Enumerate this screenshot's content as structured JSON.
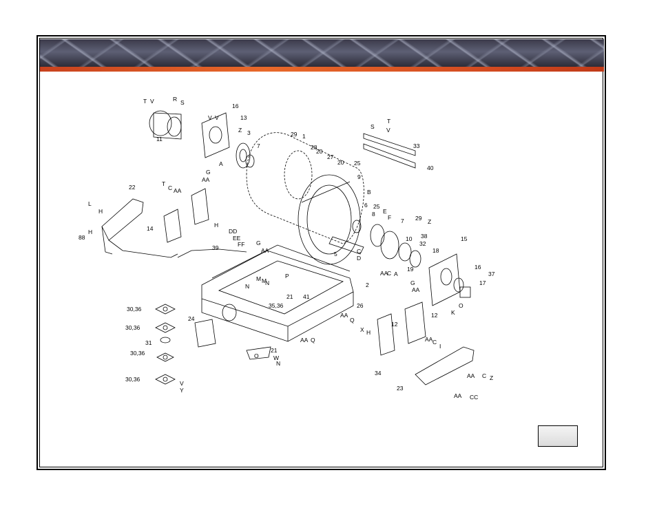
{
  "callouts": [
    {
      "id": "c-t1",
      "text": "T"
    },
    {
      "id": "c-v1",
      "text": "V"
    },
    {
      "id": "c-r",
      "text": "R"
    },
    {
      "id": "c-s1",
      "text": "S"
    },
    {
      "id": "c-16a",
      "text": "16"
    },
    {
      "id": "c-13",
      "text": "13"
    },
    {
      "id": "c-11",
      "text": "11"
    },
    {
      "id": "c-v2",
      "text": "V"
    },
    {
      "id": "c-v3",
      "text": "V"
    },
    {
      "id": "c-z1",
      "text": "Z"
    },
    {
      "id": "c-3",
      "text": "3"
    },
    {
      "id": "c-7a",
      "text": "7"
    },
    {
      "id": "c-a1",
      "text": "A"
    },
    {
      "id": "c-g1",
      "text": "G"
    },
    {
      "id": "c-aa1",
      "text": "AA"
    },
    {
      "id": "c-29a",
      "text": "29"
    },
    {
      "id": "c-1",
      "text": "1"
    },
    {
      "id": "c-28",
      "text": "28"
    },
    {
      "id": "c-20a",
      "text": "20"
    },
    {
      "id": "c-27",
      "text": "27"
    },
    {
      "id": "c-20b",
      "text": "20"
    },
    {
      "id": "c-25a",
      "text": "25"
    },
    {
      "id": "c-9",
      "text": "9"
    },
    {
      "id": "c-s2",
      "text": "S"
    },
    {
      "id": "c-t2",
      "text": "T"
    },
    {
      "id": "c-v4",
      "text": "V"
    },
    {
      "id": "c-33",
      "text": "33"
    },
    {
      "id": "c-40",
      "text": "40"
    },
    {
      "id": "c-b",
      "text": "B"
    },
    {
      "id": "c-6",
      "text": "6"
    },
    {
      "id": "c-25b",
      "text": "25"
    },
    {
      "id": "c-8",
      "text": "8"
    },
    {
      "id": "c-e",
      "text": "E"
    },
    {
      "id": "c-f",
      "text": "F"
    },
    {
      "id": "c-7b",
      "text": "7"
    },
    {
      "id": "c-29b",
      "text": "29"
    },
    {
      "id": "c-z2",
      "text": "Z"
    },
    {
      "id": "c-10",
      "text": "10"
    },
    {
      "id": "c-38",
      "text": "38"
    },
    {
      "id": "c-32",
      "text": "32"
    },
    {
      "id": "c-18",
      "text": "18"
    },
    {
      "id": "c-19",
      "text": "19"
    },
    {
      "id": "c-aa2",
      "text": "AA"
    },
    {
      "id": "c-c1",
      "text": "C"
    },
    {
      "id": "c-a2",
      "text": "A"
    },
    {
      "id": "c-5",
      "text": "5"
    },
    {
      "id": "c-c2",
      "text": "C"
    },
    {
      "id": "c-d1",
      "text": "D"
    },
    {
      "id": "c-15",
      "text": "15"
    },
    {
      "id": "c-16b",
      "text": "16"
    },
    {
      "id": "c-37",
      "text": "37"
    },
    {
      "id": "c-g2",
      "text": "G"
    },
    {
      "id": "c-aa3",
      "text": "AA"
    },
    {
      "id": "c-17",
      "text": "17"
    },
    {
      "id": "c-o1",
      "text": "O"
    },
    {
      "id": "c-k",
      "text": "K"
    },
    {
      "id": "c-22",
      "text": "22"
    },
    {
      "id": "c-t3",
      "text": "T"
    },
    {
      "id": "c-c3",
      "text": "C"
    },
    {
      "id": "c-aa4",
      "text": "AA"
    },
    {
      "id": "c-l",
      "text": "L"
    },
    {
      "id": "c-h1",
      "text": "H"
    },
    {
      "id": "c-h2",
      "text": "H"
    },
    {
      "id": "c-88",
      "text": "88"
    },
    {
      "id": "c-14",
      "text": "14"
    },
    {
      "id": "c-h3",
      "text": "H"
    },
    {
      "id": "c-dd",
      "text": "DD"
    },
    {
      "id": "c-ee",
      "text": "EE"
    },
    {
      "id": "c-ff",
      "text": "FF"
    },
    {
      "id": "c-39",
      "text": "39"
    },
    {
      "id": "c-g3",
      "text": "G"
    },
    {
      "id": "c-aa5",
      "text": "AA"
    },
    {
      "id": "c-p",
      "text": "P"
    },
    {
      "id": "c-m1",
      "text": "M"
    },
    {
      "id": "c-m2",
      "text": "M"
    },
    {
      "id": "c-n1",
      "text": "N"
    },
    {
      "id": "c-n2",
      "text": "N"
    },
    {
      "id": "c-21a",
      "text": "21"
    },
    {
      "id": "c-35-36",
      "text": "35,36"
    },
    {
      "id": "c-2",
      "text": "2"
    },
    {
      "id": "c-41",
      "text": "41"
    },
    {
      "id": "c-26",
      "text": "26"
    },
    {
      "id": "c-aa6",
      "text": "AA"
    },
    {
      "id": "c-q1",
      "text": "Q"
    },
    {
      "id": "c-12a",
      "text": "12"
    },
    {
      "id": "c-12b",
      "text": "12"
    },
    {
      "id": "c-x",
      "text": "X"
    },
    {
      "id": "c-h4",
      "text": "H"
    },
    {
      "id": "c-aa7",
      "text": "AA"
    },
    {
      "id": "c-q2",
      "text": "Q"
    },
    {
      "id": "c-aa8",
      "text": "AA"
    },
    {
      "id": "c-c4",
      "text": "C"
    },
    {
      "id": "c-i",
      "text": "I"
    },
    {
      "id": "c-30-36a",
      "text": "30,36"
    },
    {
      "id": "c-30-36b",
      "text": "30,36"
    },
    {
      "id": "c-31",
      "text": "31"
    },
    {
      "id": "c-30-36c",
      "text": "30,36"
    },
    {
      "id": "c-30-36d",
      "text": "30,36"
    },
    {
      "id": "c-24",
      "text": "24"
    },
    {
      "id": "c-21b",
      "text": "21"
    },
    {
      "id": "c-o2",
      "text": "O"
    },
    {
      "id": "c-w",
      "text": "W"
    },
    {
      "id": "c-n3",
      "text": "N"
    },
    {
      "id": "c-v5",
      "text": "V"
    },
    {
      "id": "c-y",
      "text": "Y"
    },
    {
      "id": "c-34",
      "text": "34"
    },
    {
      "id": "c-23",
      "text": "23"
    },
    {
      "id": "c-aa9",
      "text": "AA"
    },
    {
      "id": "c-c5",
      "text": "C"
    },
    {
      "id": "c-z3",
      "text": "Z"
    },
    {
      "id": "c-aa10",
      "text": "AA"
    },
    {
      "id": "c-cc",
      "text": "CC"
    }
  ]
}
